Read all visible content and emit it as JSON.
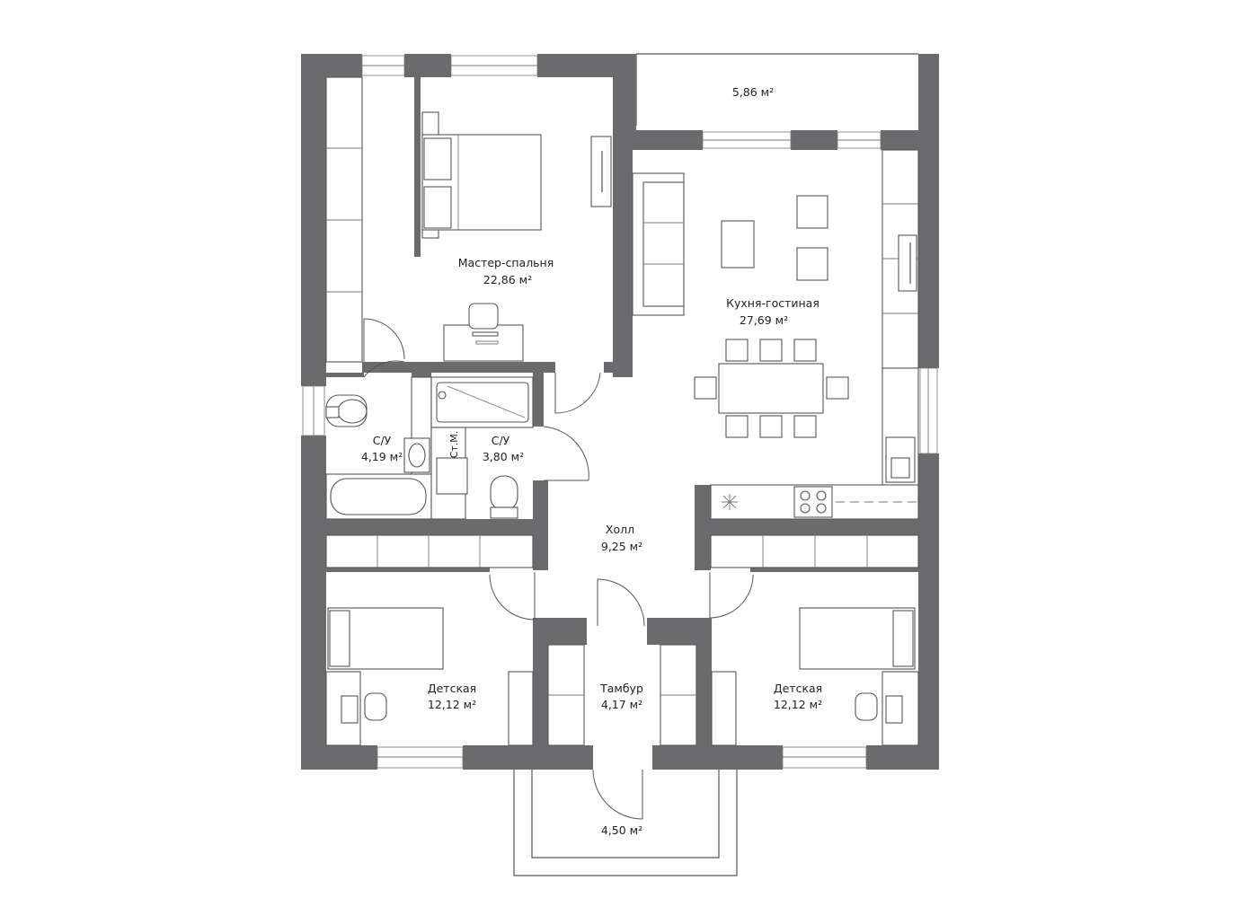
{
  "rooms": {
    "master_bedroom": {
      "name": "Мастер-спальня",
      "area": "22,86 м²"
    },
    "kitchen_living": {
      "name": "Кухня-гостиная",
      "area": "27,69 м²"
    },
    "bathroom_1": {
      "name": "С/У",
      "area": "4,19 м²"
    },
    "bathroom_2": {
      "name": "С/У",
      "area": "3,80 м²"
    },
    "laundry": {
      "name": "Ст.М."
    },
    "hall": {
      "name": "Холл",
      "area": "9,25 м²"
    },
    "vestibule": {
      "name": "Тамбур",
      "area": "4,17 м²"
    },
    "kids_left": {
      "name": "Детская",
      "area": "12,12 м²"
    },
    "kids_right": {
      "name": "Детская",
      "area": "12,12 м²"
    },
    "balcony": {
      "area": "5,86 м²"
    },
    "porch": {
      "area": "4,50 м²"
    }
  },
  "colors": {
    "wall": "#6b6b6e",
    "line": "#555555",
    "background": "#ffffff"
  }
}
